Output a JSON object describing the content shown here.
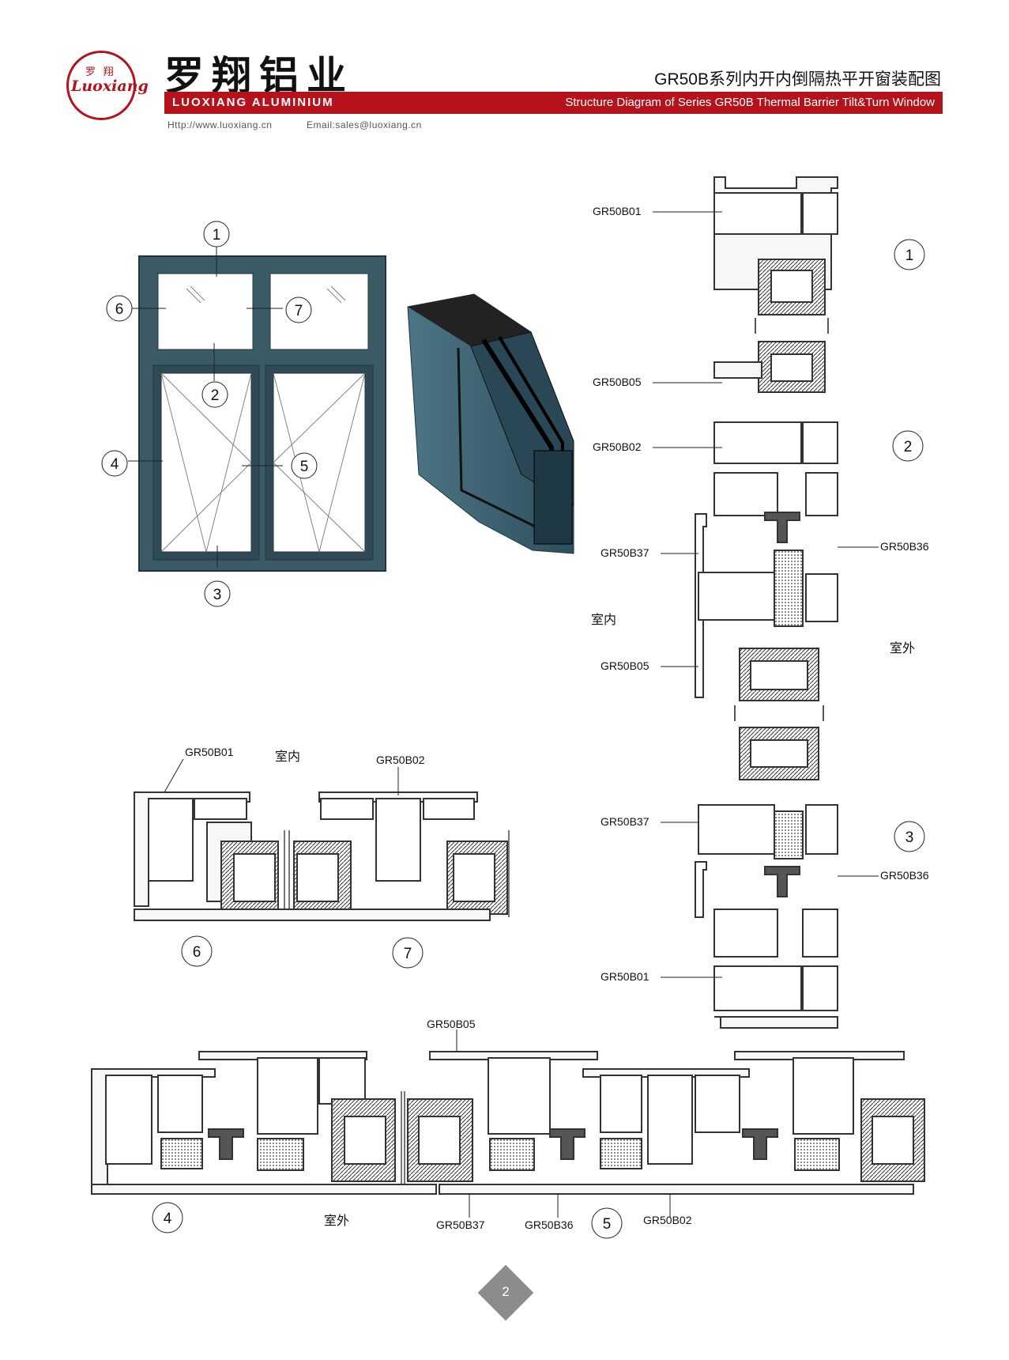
{
  "header": {
    "logo_cn": "罗 翔",
    "logo_script": "Luoxiang",
    "brand_cn": "罗翔铝业",
    "brand_en": "LUOXIANG ALUMINIUM",
    "title_cn": "GR50B系列内开内倒隔热平开窗装配图",
    "title_en": "Structure Diagram of Series GR50B Thermal Barrier Tilt&Turn Window",
    "website": "Http://www.luoxiang.cn",
    "email": "Email:sales@luoxiang.cn",
    "accent_color": "#b5121b"
  },
  "elevation": {
    "markers": [
      "1",
      "2",
      "3",
      "4",
      "5",
      "6",
      "7"
    ],
    "frame_color": "#2f4a55"
  },
  "vertical_section": {
    "labels": [
      "GR50B01",
      "GR50B05",
      "GR50B02",
      "GR50B37",
      "GR50B36",
      "GR50B05",
      "GR50B37",
      "GR50B36",
      "GR50B01"
    ],
    "indoor": "室内",
    "outdoor": "室外",
    "markers": [
      "1",
      "2",
      "3"
    ]
  },
  "top_section": {
    "label_left": "GR50B01",
    "indoor": "室内",
    "label_right": "GR50B02",
    "markers": [
      "6",
      "7"
    ]
  },
  "bottom_section": {
    "label_top": "GR50B05",
    "marker_left": "4",
    "outdoor": "室外",
    "label_b37": "GR50B37",
    "label_b36": "GR50B36",
    "marker_right": "5",
    "label_b02": "GR50B02"
  },
  "page_number": "2"
}
